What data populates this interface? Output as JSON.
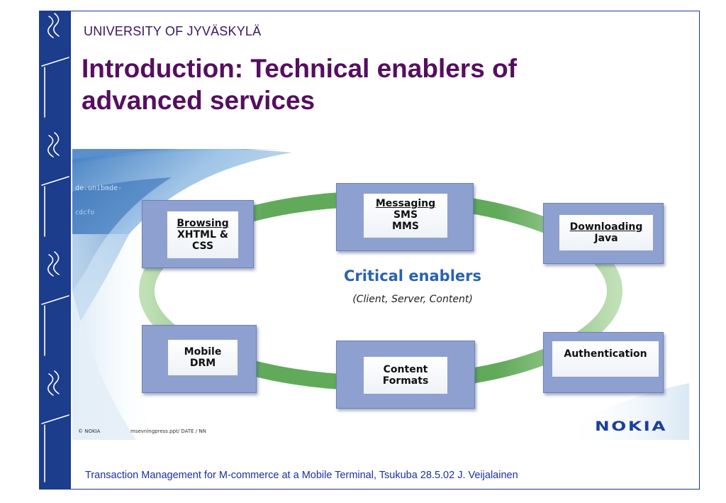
{
  "header": {
    "university": "UNIVERSITY OF JYVÄSKYLÄ",
    "title": "Introduction: Technical enablers of advanced services"
  },
  "diagram": {
    "center_title": "Critical enablers",
    "center_subtitle": "(Client, Server, Content)",
    "nodes": {
      "browsing": {
        "heading": "Browsing",
        "lines": [
          "XHTML &",
          "CSS"
        ]
      },
      "messaging": {
        "heading": "Messaging",
        "lines": [
          "SMS",
          "MMS"
        ]
      },
      "downloading": {
        "heading": "Downloading",
        "lines": [
          "Java"
        ]
      },
      "mobile_drm": {
        "lines": [
          "Mobile",
          "DRM"
        ]
      },
      "content_formats": {
        "lines": [
          "Content",
          "Formats"
        ]
      },
      "authentication": {
        "lines": [
          "Authentication"
        ]
      }
    },
    "copyright": "© NOKIA",
    "filename": "msevningpress.ppt/ DATE / NN",
    "logo": "NOKIA",
    "colors": {
      "ring": "#5aa84a",
      "node_frame": "#8ea0cf",
      "headline": "#2a62b0",
      "logo": "#1a3fa0"
    }
  },
  "footer": {
    "text": "Transaction Management for M-commerce at  a Mobile Terminal, Tsukuba 28.5.02 J. Veijalainen"
  },
  "colors": {
    "title": "#560e60",
    "sidebar": "#1c3c8c",
    "footer": "#1b2fa8"
  }
}
